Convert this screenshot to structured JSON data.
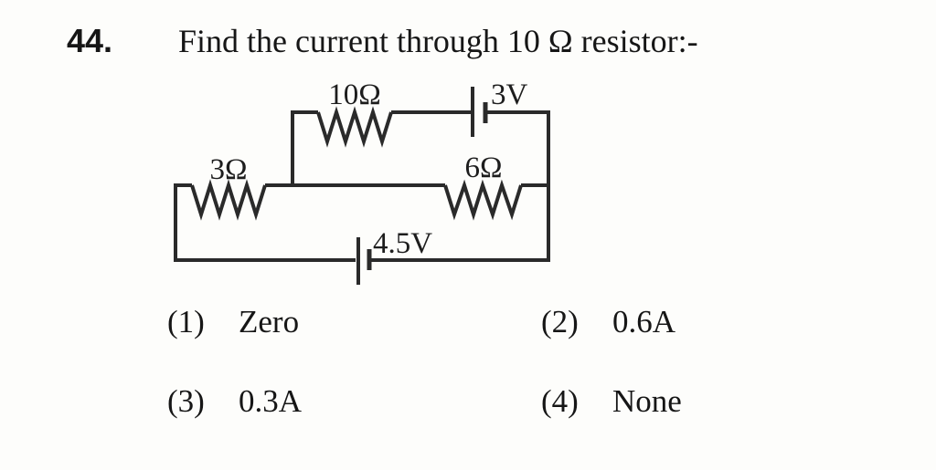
{
  "question": {
    "number": "44.",
    "text": "Find the current through 10 Ω resistor:-"
  },
  "circuit": {
    "labels": {
      "resistor_top": "10Ω",
      "battery_top": "3V",
      "resistor_left": "3Ω",
      "resistor_right": "6Ω",
      "battery_bottom": "4.5V"
    }
  },
  "options": [
    {
      "num": "(1)",
      "text": "Zero"
    },
    {
      "num": "(2)",
      "text": "0.6A"
    },
    {
      "num": "(3)",
      "text": "0.3A"
    },
    {
      "num": "(4)",
      "text": "None"
    }
  ],
  "colors": {
    "ink": "#1d1d1d",
    "wire": "#2a2a2a",
    "background": "#fdfdfb"
  }
}
